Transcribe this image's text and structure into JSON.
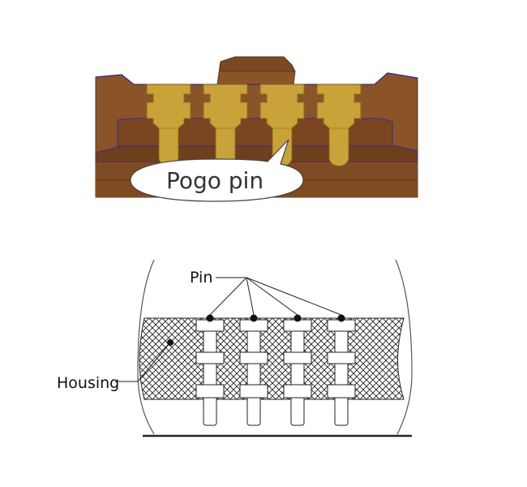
{
  "top_illustration": {
    "callout_label": "Pogo pin",
    "pin_count": 4,
    "colors": {
      "housing": "#8b5428",
      "housing_dark": "#6e3f1c",
      "pin": "#c9a23a",
      "outline": "#3a2a8a"
    }
  },
  "bottom_diagram": {
    "pin_label": "Pin",
    "housing_label": "Housing",
    "pin_count": 4
  }
}
